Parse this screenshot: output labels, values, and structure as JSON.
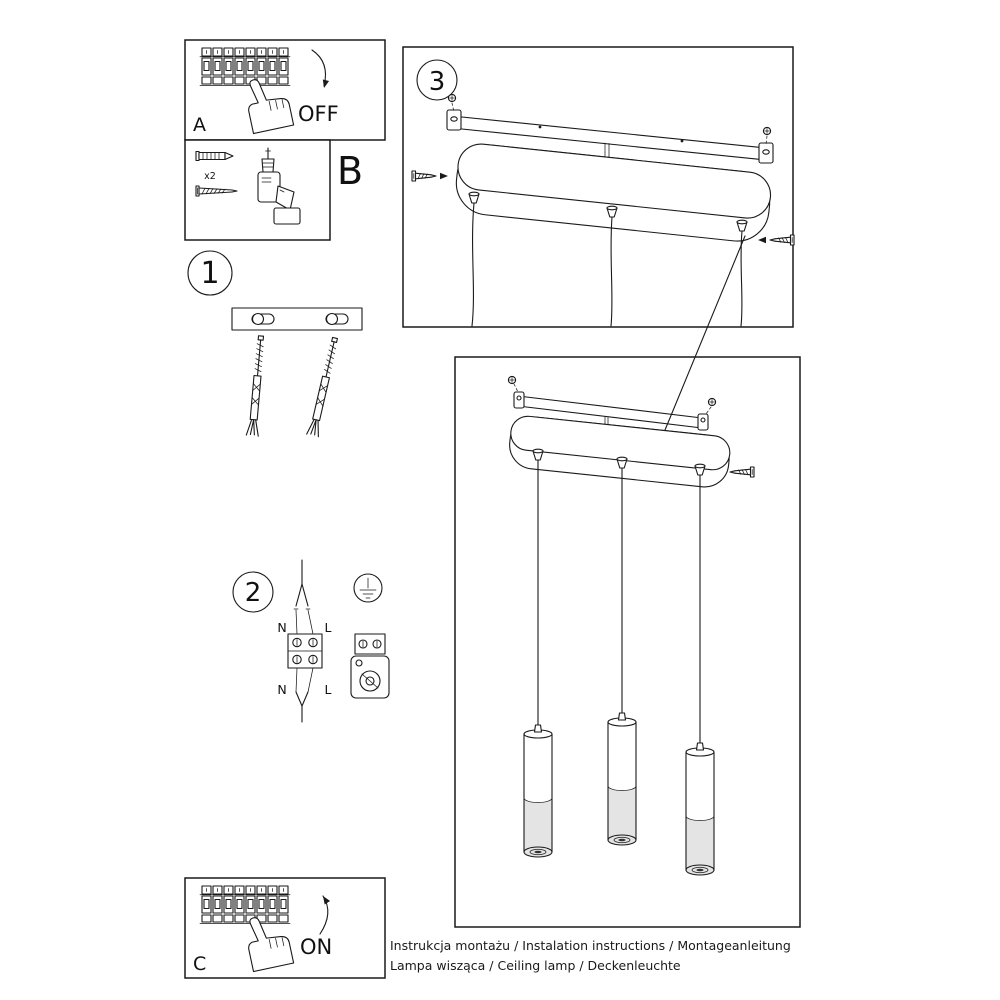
{
  "page": {
    "background": "#ffffff",
    "line_color": "#1a1a1a",
    "shade_color": "#e4e4e4"
  },
  "panel_a": {
    "label": "A",
    "switch_state": "OFF"
  },
  "panel_b": {
    "label": "B",
    "quantity_note": "x2"
  },
  "panel_c": {
    "label": "C",
    "switch_state": "ON"
  },
  "steps": {
    "step1": "1",
    "step2": "2",
    "step3": "3"
  },
  "wiring": {
    "n_top": "N",
    "l_top": "L",
    "n_bottom": "N",
    "l_bottom": "L"
  },
  "footer": {
    "line1": "Instrukcja montażu / Instalation instructions / Montageanleitung",
    "line2": "Lampa wisząca / Ceiling lamp / Deckenleuchte"
  }
}
